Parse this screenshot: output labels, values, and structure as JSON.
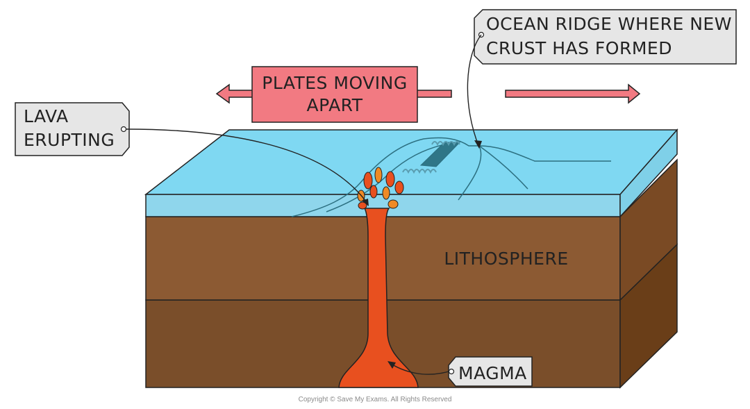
{
  "labels": {
    "ridge_line1": "OCEAN RIDGE WHERE NEW",
    "ridge_line2": "CRUST HAS FORMED",
    "plates_line1": "PLATES MOVING",
    "plates_line2": "APART",
    "lava_line1": "LAVA",
    "lava_line2": "ERUPTING",
    "lithosphere": "LITHOSPHERE",
    "magma": "MAGMA"
  },
  "copyright": "Copyright © Save My Exams. All Rights Reserved",
  "colors": {
    "ocean_top": "#7fd8f2",
    "ocean_front": "#3f8ea0",
    "ocean_front_light": "#8fd6ec",
    "lithosphere": "#8c5a33",
    "lithosphere_side": "#7a4a24",
    "mantle": "#7a4e2a",
    "mantle_side": "#6a3e18",
    "magma": "#e8501f",
    "label_box": "#e6e6e6",
    "plates_box": "#f27a82"
  }
}
